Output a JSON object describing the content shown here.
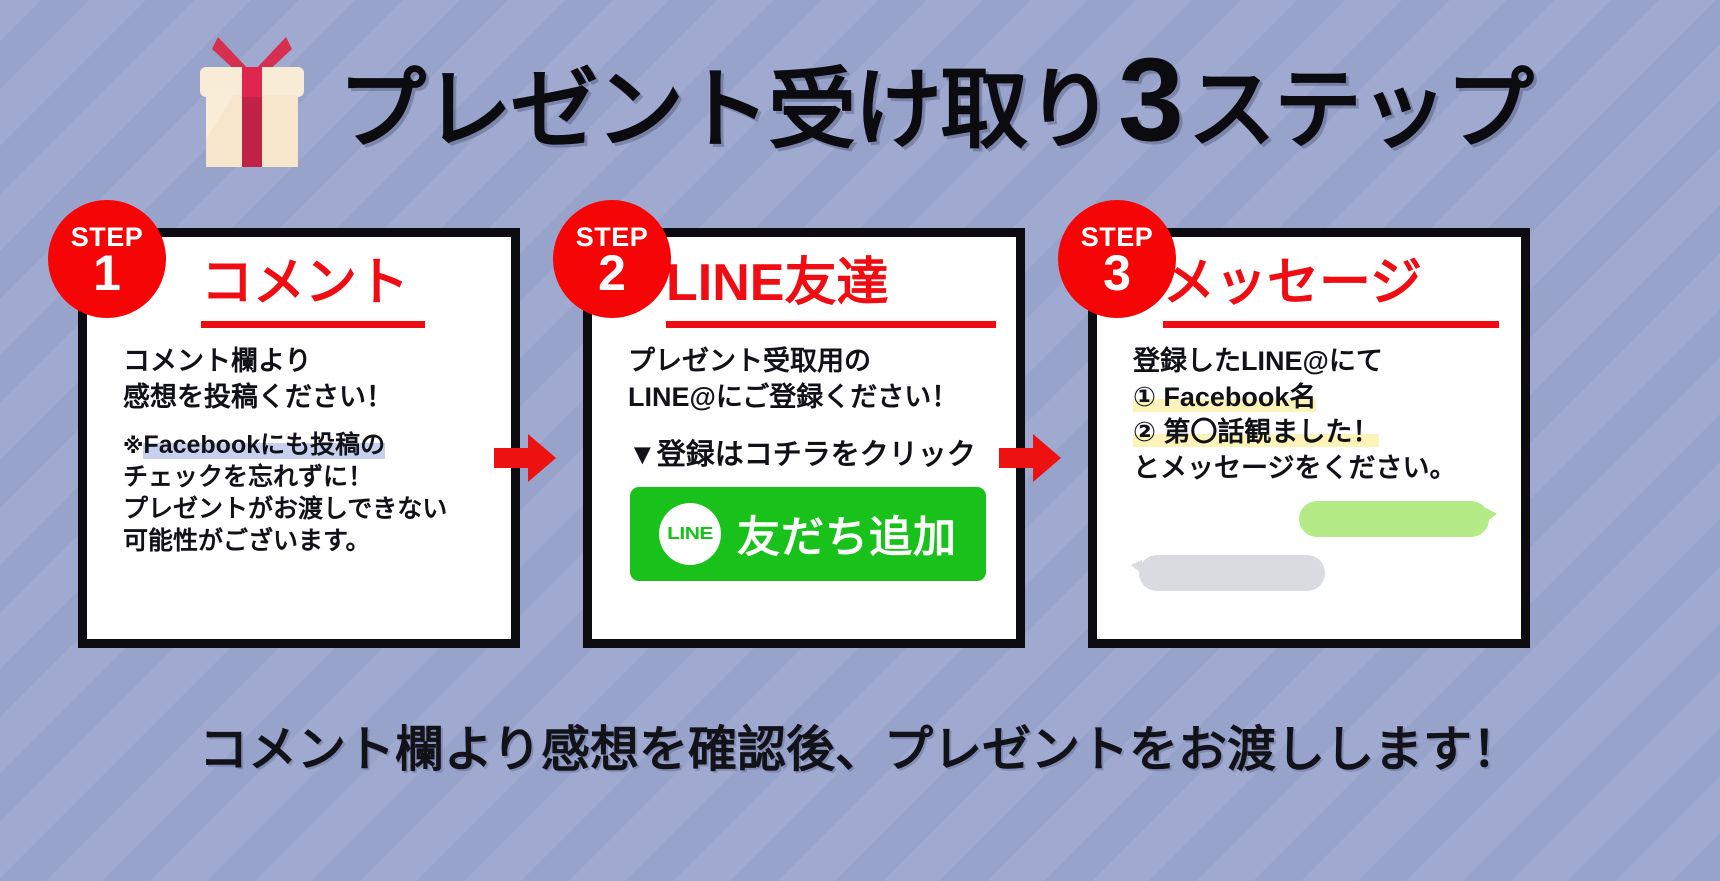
{
  "header": {
    "gift_icon": "gift-box-icon",
    "title_main_before": "プレゼント受け取り",
    "title_number": "3",
    "title_main_after": "ステップ"
  },
  "steps": [
    {
      "badge_word": "STEP",
      "badge_number": "1",
      "heading": "コメント",
      "body": [
        "コメント欄より",
        "感想を投稿ください！"
      ],
      "note_mark": "※",
      "note": [
        "Facebookにも投稿の",
        "チェックを忘れずに！",
        "プレゼントがお渡しできない",
        "可能性がございます。"
      ]
    },
    {
      "badge_word": "STEP",
      "badge_number": "2",
      "heading": "LINE友達",
      "body": [
        "プレゼント受取用の",
        "LINE@にご登録ください！"
      ],
      "click_line": "▼登録はコチラをクリック",
      "line_button": {
        "logo": "LINE",
        "label": "友だち追加"
      }
    },
    {
      "badge_word": "STEP",
      "badge_number": "3",
      "heading": "メッセージ",
      "body": [
        "登録したLINE@にて"
      ],
      "items": [
        "① Facebook名",
        "② 第〇話観ました！"
      ],
      "closing": "とメッセージをください。",
      "bubbles": {
        "sent": "",
        "received": ""
      }
    }
  ],
  "arrows": {
    "arrow_1": "right-arrow-icon",
    "arrow_2": "right-arrow-icon"
  },
  "footer": {
    "text": "コメント欄より感想を確認後、プレゼントをお渡しします！"
  },
  "colors": {
    "background": "#98a3cc",
    "badge_red": "#f50505",
    "heading_red": "#ef0d13",
    "line_green": "#19c11b",
    "card_border": "#0b0b10",
    "highlight_blue": "#c7d0ee",
    "highlight_yellow": "#fbf3b7",
    "bubble_sent": "#b4eb87",
    "bubble_received": "#d9dbe0",
    "gift_ribbon": "#d62f50",
    "gift_body": "#f6e6cb"
  }
}
